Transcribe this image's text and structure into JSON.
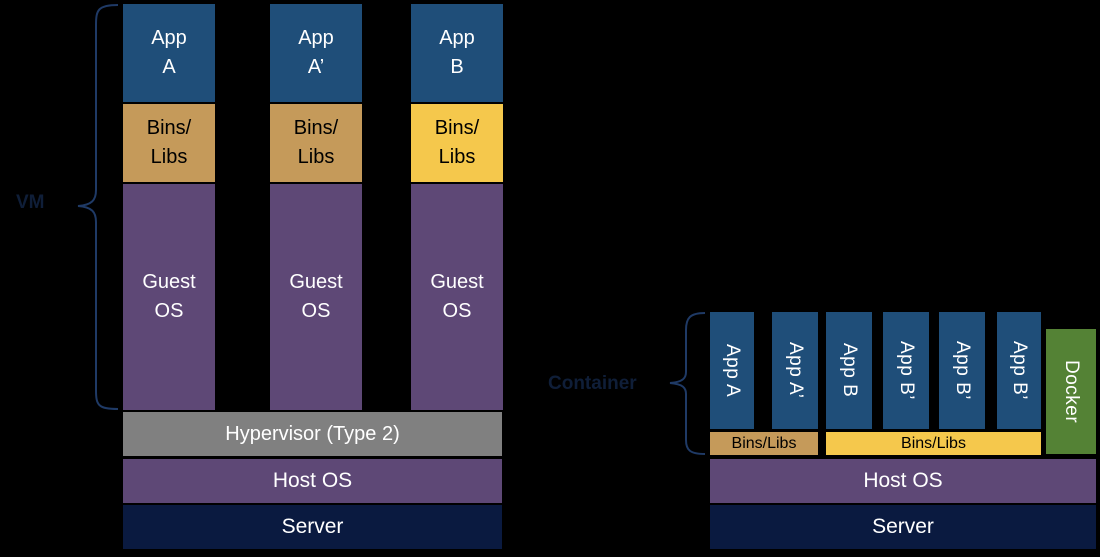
{
  "colors": {
    "app": "#1F4E79",
    "bins_tan": "#C59A5A",
    "bins_yellow": "#F5C84C",
    "guest_os": "#5E4876",
    "hypervisor": "#808080",
    "host_os": "#5E4876",
    "server": "#0A1A40",
    "docker": "#548235",
    "label_text": "#0F1E38"
  },
  "vm": {
    "label": "VM",
    "stacks": [
      {
        "app": "App\nA",
        "bins": "Bins/\nLibs",
        "bins_color": "#C59A5A",
        "guest": "Guest\nOS"
      },
      {
        "app": "App\nA’",
        "bins": "Bins/\nLibs",
        "bins_color": "#C59A5A",
        "guest": "Guest\nOS"
      },
      {
        "app": "App\nB",
        "bins": "Bins/\nLibs",
        "bins_color": "#F5C84C",
        "guest": "Guest\nOS"
      }
    ],
    "hypervisor": "Hypervisor (Type 2)",
    "host_os": "Host OS",
    "server": "Server"
  },
  "container": {
    "label": "Container",
    "apps": [
      "App A",
      "App A’",
      "App B",
      "App B’",
      "App B’",
      "App B’"
    ],
    "docker": "Docker",
    "bins_a": "Bins/Libs",
    "bins_b": "Bins/Libs",
    "host_os": "Host OS",
    "server": "Server"
  }
}
